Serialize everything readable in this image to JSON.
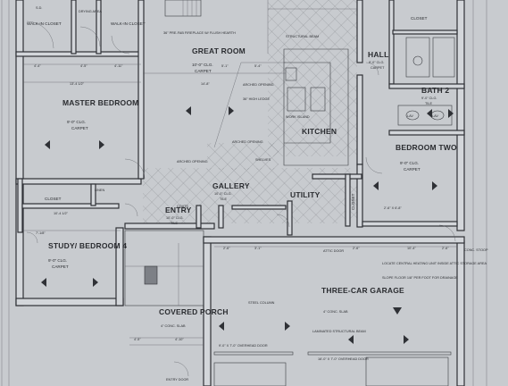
{
  "rooms": {
    "walk_in_closet_left": {
      "name": "WALK-IN CLOSET"
    },
    "drying_area": {
      "name": "DRYING AREA"
    },
    "walk_in_closet_right": {
      "name": "WALK-IN CLOSET"
    },
    "great_room": {
      "name": "GREAT ROOM",
      "floor": "10'-0\" CLG.",
      "finish": "CARPET",
      "dims": "14'-8\""
    },
    "master_bedroom": {
      "name": "MASTER BEDROOM",
      "floor": "9'-0\" CLG.",
      "finish": "CARPET"
    },
    "kitchen": {
      "name": "KITCHEN"
    },
    "hall": {
      "name": "HALL",
      "floor": "9'-0\" CLG.",
      "finish": "CARPET"
    },
    "closet_top_right": {
      "name": "CLOSET"
    },
    "bath2": {
      "name": "BATH 2",
      "floor": "9'-0\" CLG.",
      "finish": "TILE"
    },
    "bedroom_two": {
      "name": "BEDROOM TWO",
      "floor": "9'-0\" CLG.",
      "finish": "CARPET"
    },
    "gallery": {
      "name": "GALLERY",
      "floor": "10'-0\" CLG.",
      "finish": "TILE"
    },
    "utility": {
      "name": "UTILITY"
    },
    "closet_mid": {
      "name": "CLOSET"
    },
    "closet_left": {
      "name": "CLOSET"
    },
    "entry": {
      "name": "ENTRY",
      "floor": "10'-0\" CLG.",
      "finish": "TILE"
    },
    "study": {
      "name": "STUDY/ BEDROOM 4",
      "floor": "9'-0\" CLG.",
      "finish": "CARPET"
    },
    "covered_porch": {
      "name": "COVERED PORCH",
      "floor": "4\" CONC. SLAB"
    },
    "garage": {
      "name": "THREE-CAR GARAGE",
      "floor": "4\" CONC. SLAB"
    }
  },
  "annotations": {
    "fireplace": "36\" PRE-FAB FIREPLACE W/ FLUSH HEARTH",
    "arched_opening": "ARCHED OPENING",
    "arched_opening_2": "ARCHED OPENING",
    "arched_opening_3": "ARCHED OPENING",
    "bar_ledge": "36\" HIGH LEDGE",
    "work_island": "WORK ISLAND",
    "structural_beam": "STRUCTURAL BEAM",
    "shelves": "SHELVES",
    "linen": "LINEN",
    "coats": "COATS",
    "heating_note": "LOCATE CENTRAL HEATING UNIT INSIDE ATTIC STORAGE AREA",
    "slope_note": "SLOPE FLOOR 1/8\" PER FOOT FOR DRAINAGE",
    "overhead_door_1": "9'-0\" X 7'-0\" OVERHEAD DOOR",
    "overhead_door_2": "16'-0\" X 7'-0\" OVERHEAD DOOR",
    "laminated_beam": "LAMINATED STRUCTURAL BEAM",
    "steel_column": "STEEL COLUMN",
    "entry_door": "ENTRY DOOR",
    "attic_door": "ATTIC DOOR",
    "conc_stoop": "CONC. STOOP",
    "smoke": "S.D.",
    "lav": "LAV",
    "lav2": "LAV",
    "nwich": "2'-6\" X 6'-8\"",
    "clg9": "9'-0\" CLG.",
    "carpet": "CARPET"
  },
  "dims": {
    "d1": "4'-4\"",
    "d2": "4'-5\"",
    "d3": "4'-11\"",
    "d4": "13'-4 1/2\"",
    "d5": "7'-1/8\"",
    "d6": "10'-4 1/2\"",
    "d7": "2'-6\"",
    "d8": "3'-1\"",
    "d9": "4'-10\"",
    "d10": "4'-5\"",
    "d11": "2'-6\"",
    "d12": "10'-4\"",
    "d13": "2'-6\"",
    "d14": "5'-1\"",
    "d15": "5'-4\""
  }
}
